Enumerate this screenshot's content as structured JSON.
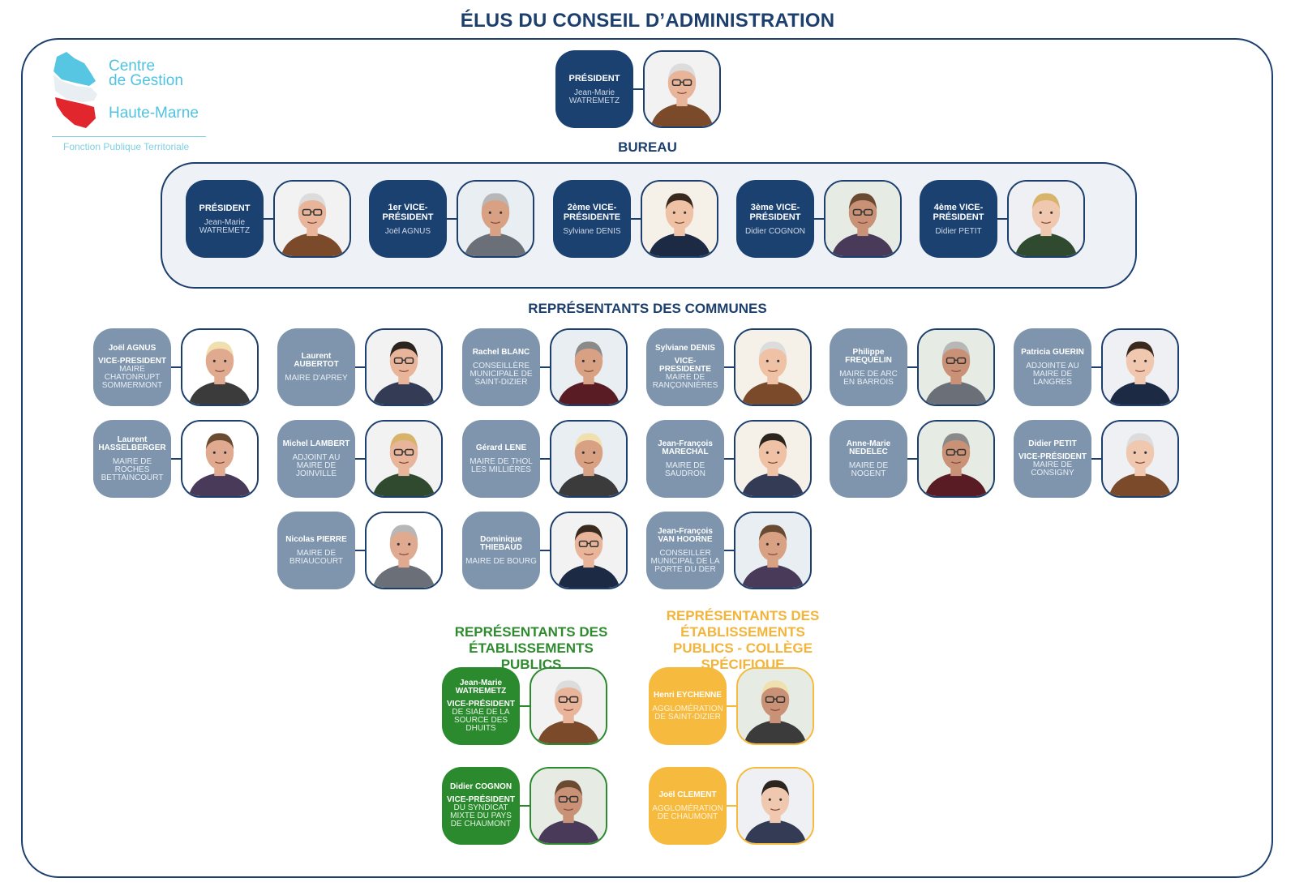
{
  "title": "ÉLUS DU CONSEIL D’ADMINISTRATION",
  "logo": {
    "line1": "Centre",
    "line2": "de Gestion",
    "line3": "Haute-Marne",
    "subtitle": "Fonction Publique Territoriale"
  },
  "colors": {
    "navy": "#1b4171",
    "grey_blue": "#7e95ad",
    "green": "#2b8a2e",
    "yellow": "#f6ba3f"
  },
  "president": {
    "role": "PRÉSIDENT",
    "name": "Jean-Marie WATREMETZ"
  },
  "bureau": {
    "title": "BUREAU",
    "members": [
      {
        "role": "PRÉSIDENT",
        "name": "Jean-Marie WATREMETZ"
      },
      {
        "role": "1er VICE-PRÉSIDENT",
        "name": "Joël AGNUS"
      },
      {
        "role": "2ème VICE-PRÉSIDENTE",
        "name": "Sylviane DENIS"
      },
      {
        "role": "3ème VICE-PRÉSIDENT",
        "name": "Didier COGNON"
      },
      {
        "role": "4ème VICE-PRÉSIDENT",
        "name": "Didier PETIT"
      }
    ]
  },
  "communes": {
    "title": "REPRÉSENTANTS DES COMMUNES",
    "members": [
      {
        "name": "Joël AGNUS",
        "tag": "VICE-PRESIDENT",
        "role": "MAIRE CHATONRUPT SOMMERMONT"
      },
      {
        "name": "Laurent AUBERTOT",
        "tag": "",
        "role": "MAIRE D'APREY"
      },
      {
        "name": "Rachel BLANC",
        "tag": "",
        "role": "CONSEILLÈRE MUNICIPALE DE SAINT-DIZIER"
      },
      {
        "name": "Sylviane DENIS",
        "tag": "VICE-PRESIDENTE",
        "role": "MAIRE DE RANÇONNIÈRES"
      },
      {
        "name": "Philippe FREQUELIN",
        "tag": "",
        "role": "MAIRE DE ARC EN BARROIS"
      },
      {
        "name": "Patricia GUERIN",
        "tag": "",
        "role": "ADJOINTE AU MAIRE DE LANGRES"
      },
      {
        "name": "Laurent HASSELBERGER",
        "tag": "",
        "role": "MAIRE DE ROCHES BETTAINCOURT"
      },
      {
        "name": "Michel LAMBERT",
        "tag": "",
        "role": "ADJOINT AU MAIRE DE JOINVILLE"
      },
      {
        "name": "Gérard LENE",
        "tag": "",
        "role": "MAIRE DE THOL LES MILLIÈRES"
      },
      {
        "name": "Jean-François MARECHAL",
        "tag": "",
        "role": "MAIRE DE SAUDRON"
      },
      {
        "name": "Anne-Marie NEDELEC",
        "tag": "",
        "role": "MAIRE DE NOGENT"
      },
      {
        "name": "Didier PETIT",
        "tag": "VICE-PRÉSIDENT",
        "role": "MAIRE DE CONSIGNY"
      },
      {
        "name": "Nicolas PIERRE",
        "tag": "",
        "role": "MAIRE DE BRIAUCOURT"
      },
      {
        "name": "Dominique THIEBAUD",
        "tag": "",
        "role": "MAIRE DE BOURG"
      },
      {
        "name": "Jean-François VAN HOORNE",
        "tag": "",
        "role": "CONSEILLER MUNICIPAL DE LA PORTE DU DER"
      }
    ]
  },
  "etablissements": {
    "title": "REPRÉSENTANTS DES ÉTABLISSEMENTS PUBLICS",
    "members": [
      {
        "name": "Jean-Marie WATREMETZ",
        "tag": "VICE-PRÉSIDENT",
        "role": "DE SIAE DE LA SOURCE DES DHUITS"
      },
      {
        "name": "Didier COGNON",
        "tag": "VICE-PRÉSIDENT",
        "role": "DU SYNDICAT MIXTE DU PAYS DE CHAUMONT"
      }
    ]
  },
  "college": {
    "title": "REPRÉSENTANTS DES ÉTABLISSEMENTS PUBLICS - COLLÈGE SPÉCIFIQUE",
    "members": [
      {
        "name": "Henri EYCHENNE",
        "tag": "",
        "role": "AGGLOMÉRATION DE SAINT-DIZIER"
      },
      {
        "name": "Joël CLEMENT",
        "tag": "",
        "role": "AGGLOMÉRATION DE CHAUMONT"
      }
    ]
  }
}
